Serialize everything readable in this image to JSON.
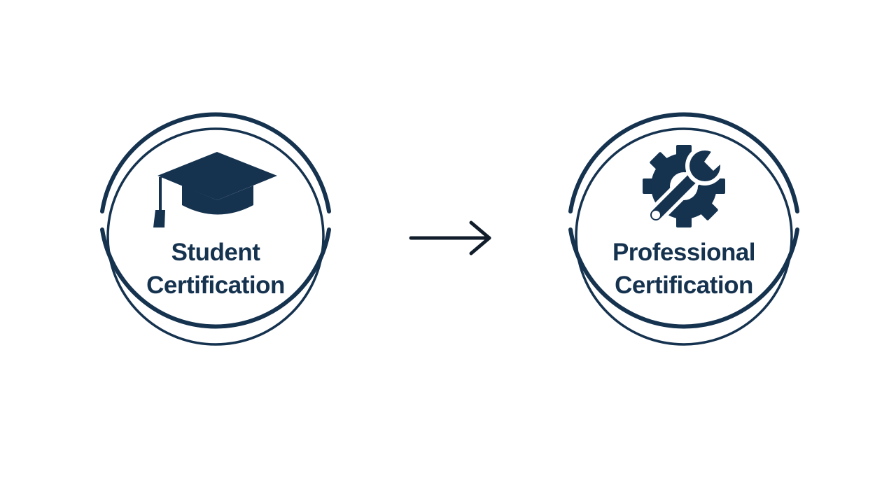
{
  "colors": {
    "navy": "#15324f",
    "background": "#ffffff",
    "arrow": "#111d2b"
  },
  "badges": [
    {
      "icon": "graduation-cap-icon",
      "line1": "Student",
      "line2": "Certification"
    },
    {
      "icon": "gear-wrench-icon",
      "line1": "Professional",
      "line2": "Certification"
    }
  ],
  "connector": {
    "icon": "arrow-right-icon"
  }
}
